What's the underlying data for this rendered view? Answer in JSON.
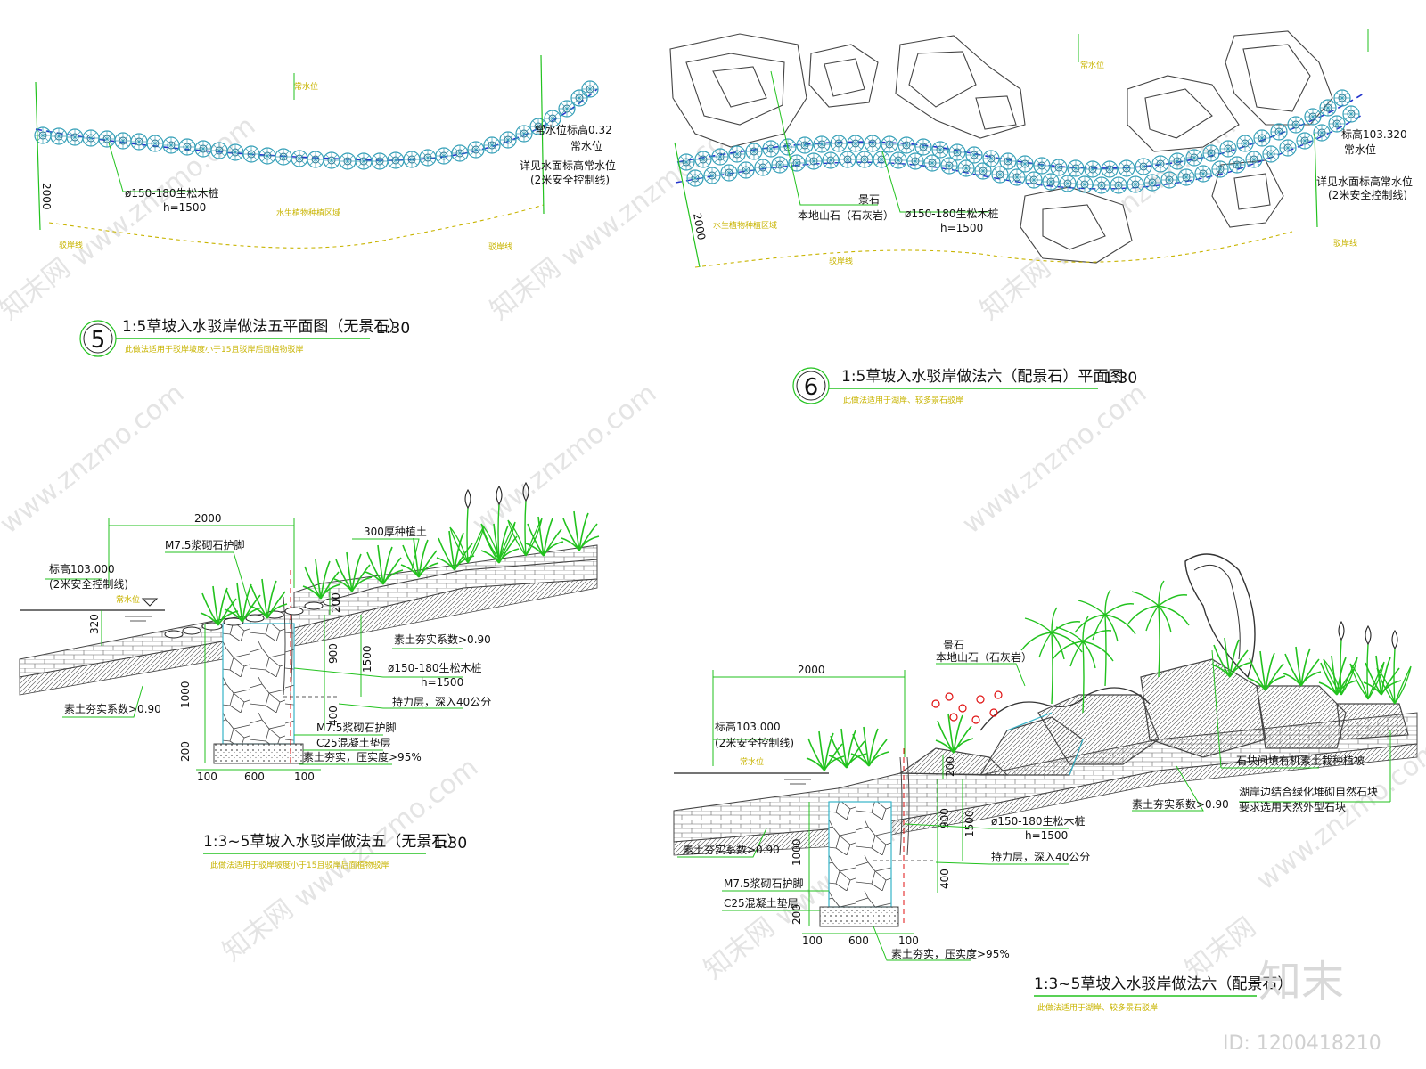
{
  "plan5": {
    "num": "5",
    "title": "1:5草坡入水驳岸做法五平面图（无景石）",
    "scale": "1:30",
    "note": "此做法适用于驳岸坡度小于15且驳岸后面植物驳岸",
    "label_pile": "ø150-180生松木桩",
    "label_pile_h": "h=1500",
    "label_level": "常水位标高0.32",
    "label_normal": "常水位",
    "label_see": "详见水面标高常水位",
    "label_safety": "(2米安全控制线)",
    "dim": "2000",
    "yl1": "常水位",
    "yl2": "水生植物种植区域",
    "yl3": "驳岸线",
    "yl4": "驳岸线"
  },
  "plan6": {
    "num": "6",
    "title": "1:5草坡入水驳岸做法六（配景石）平面图",
    "scale": "1:30",
    "note": "此做法适用于湖岸、较多景石驳岸",
    "label_rock": "景石",
    "label_rock2": "本地山石（石灰岩）",
    "label_pile": "ø150-180生松木桩",
    "label_pile_h": "h=1500",
    "label_level": "标高103.320",
    "label_normal": "常水位",
    "label_see": "详见水面标高常水位",
    "label_safety": "(2米安全控制线)",
    "dim": "2000",
    "yl1": "常水位",
    "yl2": "水生植物种植区域",
    "yl3": "驳岸线",
    "yl4": "驳岸线"
  },
  "sec5": {
    "title": "1:3~5草坡入水驳岸做法五（无景石）",
    "scale": "1:30",
    "note": "此做法适用于驳岸坡度小于15且驳岸后面植物驳岸",
    "dim_top": "2000",
    "label_soil": "300厚种植土",
    "label_m75": "M7.5浆砌石护脚",
    "label_level": "标高103.000",
    "label_safety": "(2米安全控制线)",
    "label_water": "常水位",
    "dim_320": "320",
    "dim_200": "200",
    "dim_900": "900",
    "dim_1500": "1500",
    "dim_400": "400",
    "dim_1000": "1000",
    "dim_200b": "200",
    "dim_100a": "100",
    "dim_600": "600",
    "dim_100b": "100",
    "label_compact": "素土夯实系数>0.90",
    "label_compact2": "素土夯实系数>0.90",
    "label_pile": "ø150-180生松木桩",
    "label_pile_h": "h=1500",
    "label_bearing": "持力层，深入40公分",
    "label_m75b": "M7.5浆砌石护脚",
    "label_c25": "C25混凝土垫层",
    "label_base": "素土夯实，压实度>95%"
  },
  "sec6": {
    "title": "1:3~5草坡入水驳岸做法六（配景石）",
    "note": "此做法适用于湖岸、较多景石驳岸",
    "dim_top": "2000",
    "label_rock": "景石",
    "label_rock2": "本地山石（石灰岩）",
    "label_level": "标高103.000",
    "label_safety": "(2米安全控制线)",
    "label_water": "常水位",
    "label_fill": "石块间填有机素土栽种植被",
    "label_green1": "湖岸边结合绿化堆砌自然石块",
    "label_green2": "要求选用天然外型石块",
    "label_compact": "素土夯实系数>0.90",
    "label_compact2": "素土夯实系数>0.90",
    "dim_200": "200",
    "dim_900": "900",
    "dim_1500": "1500",
    "dim_1000": "1000",
    "dim_400": "400",
    "dim_200b": "200",
    "dim_100a": "100",
    "dim_600": "600",
    "dim_100b": "100",
    "label_pile": "ø150-180生松木桩",
    "label_pile_h": "h=1500",
    "label_bearing": "持力层，深入40公分",
    "label_m75": "M7.5浆砌石护脚",
    "label_c25": "C25混凝土垫层",
    "label_base": "素土夯实，压实度>95%"
  },
  "watermark": {
    "logo": "知末",
    "id": "ID: 1200418210",
    "site": "www.znzmo.com",
    "brand": "知末网"
  },
  "colors": {
    "green": "#22c21e",
    "yellow": "#c8b400",
    "blue": "#2233cc",
    "cyan": "#36b3c8",
    "red": "#e01010",
    "line": "#222222"
  }
}
